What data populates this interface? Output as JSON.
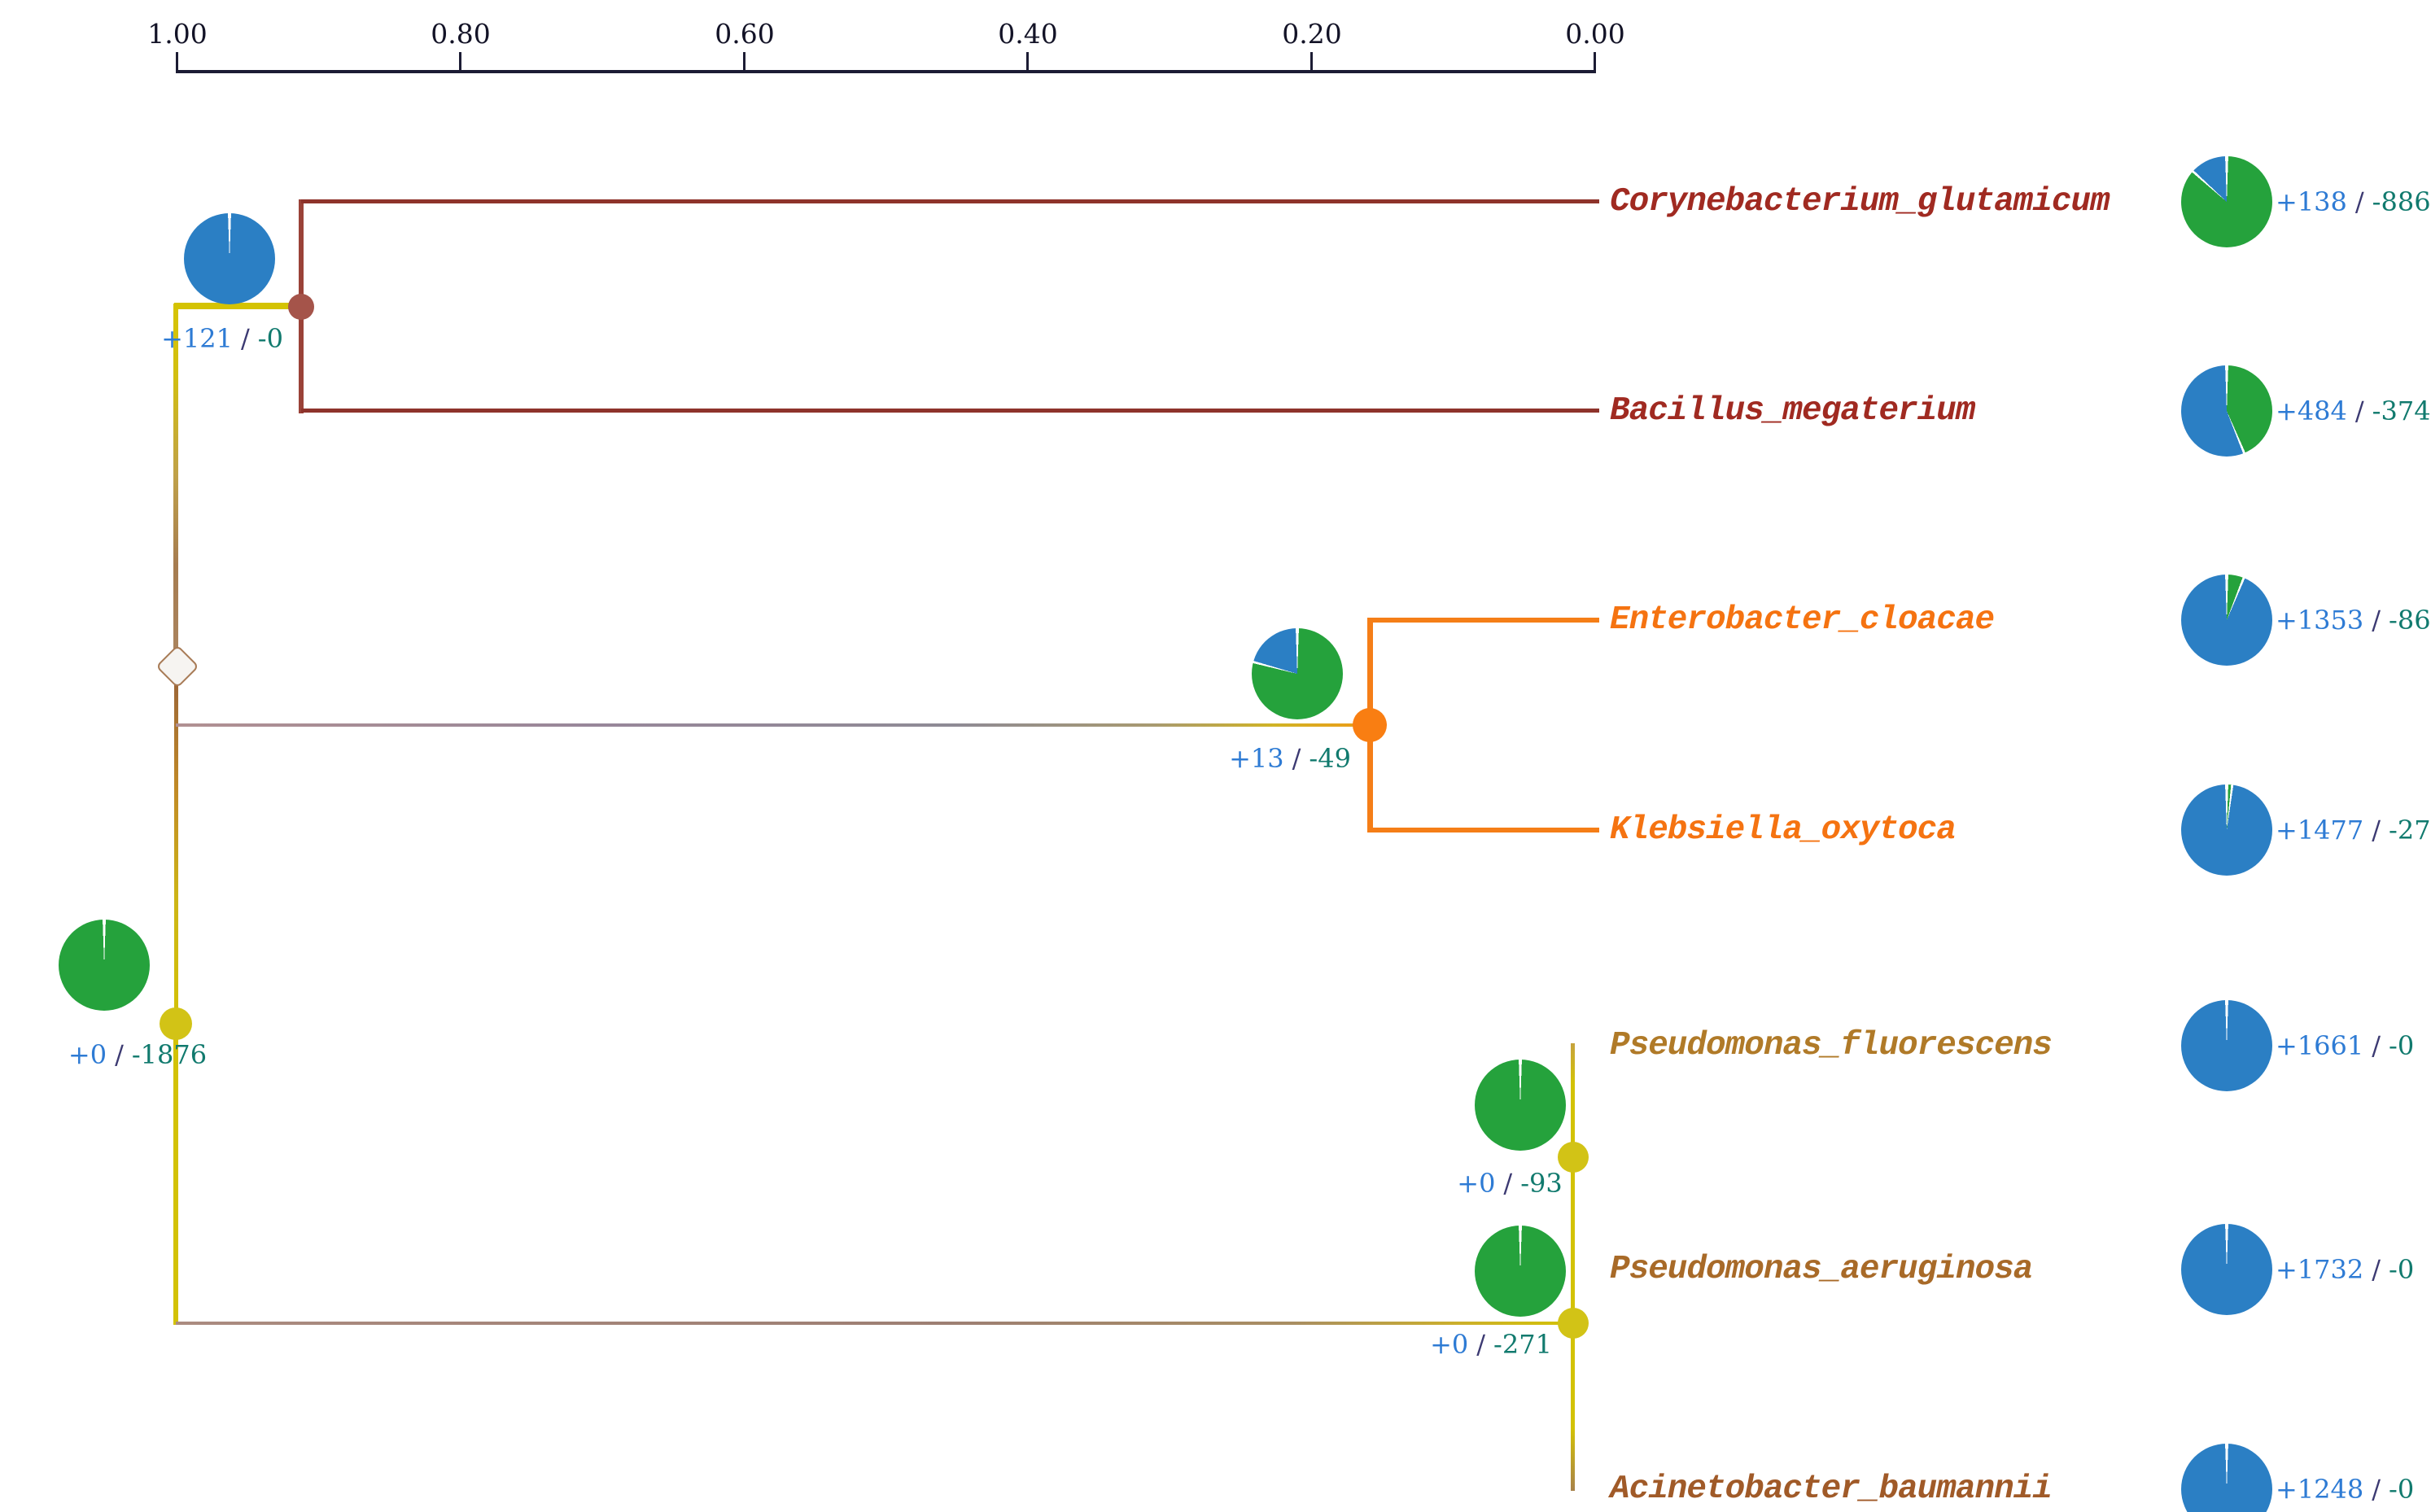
{
  "scale_bar": {
    "tick_labels": [
      "1.00",
      "0.80",
      "0.60",
      "0.40",
      "0.20",
      "0.00"
    ]
  },
  "separator": "/",
  "colors": {
    "gain_pie": "#2b7fc4",
    "loss_pie": "#25a23c",
    "gain_text": "#2e7bd4",
    "slash_text": "#3c3a72",
    "loss_text": "#117a6e",
    "branch_yellow": "#d3c206",
    "branch_dark_red": "#8e332b",
    "branch_orange": "#f57e17",
    "branch_mauve": "#98879a",
    "node_brown": "#a5544a",
    "node_orange": "#f97e12",
    "node_yellow": "#d2c316",
    "scale_text": "#131327"
  },
  "taxa": [
    {
      "name": "Corynebacterium_glutamicum",
      "color": "#a02a21",
      "gains": "+138",
      "losses": "-886",
      "pie": {
        "gain": 138,
        "loss": 886
      }
    },
    {
      "name": "Bacillus_megaterium",
      "color": "#a02a21",
      "gains": "+484",
      "losses": "-374",
      "pie": {
        "gain": 484,
        "loss": 374
      }
    },
    {
      "name": "Enterobacter_cloacae",
      "color": "#f57311",
      "gains": "+1353",
      "losses": "-86",
      "pie": {
        "gain": 1353,
        "loss": 86
      }
    },
    {
      "name": "Klebsiella_oxytoca",
      "color": "#f57311",
      "gains": "+1477",
      "losses": "-27",
      "pie": {
        "gain": 1477,
        "loss": 27
      }
    },
    {
      "name": "Pseudomonas_fluorescens",
      "color": "#b07a28",
      "gains": "+1661",
      "losses": "-0",
      "pie": {
        "gain": 1661,
        "loss": 0
      }
    },
    {
      "name": "Pseudomonas_aeruginosa",
      "color": "#a86a28",
      "gains": "+1732",
      "losses": "-0",
      "pie": {
        "gain": 1732,
        "loss": 0
      }
    },
    {
      "name": "Acinetobacter_baumannii",
      "color": "#a05a28",
      "gains": "+1248",
      "losses": "-0",
      "pie": {
        "gain": 1248,
        "loss": 0
      }
    }
  ],
  "internal_nodes": [
    {
      "id": "corynebacterium-bacillus-ancestor",
      "gains": "+121",
      "losses": "-0",
      "pie": {
        "gain": 121,
        "loss": 0
      }
    },
    {
      "id": "lower-clade-ancestor",
      "gains": "+0",
      "losses": "-1876",
      "pie": {
        "gain": 0,
        "loss": 1876
      }
    },
    {
      "id": "enterobacter-klebsiella-ancestor",
      "gains": "+13",
      "losses": "-49",
      "pie": {
        "gain": 13,
        "loss": 49
      }
    },
    {
      "id": "pseudomonas-ancestor",
      "gains": "+0",
      "losses": "-93",
      "pie": {
        "gain": 0,
        "loss": 93
      }
    },
    {
      "id": "pseudomonas-acinetobacter-ancestor",
      "gains": "+0",
      "losses": "-271",
      "pie": {
        "gain": 0,
        "loss": 271
      }
    }
  ]
}
